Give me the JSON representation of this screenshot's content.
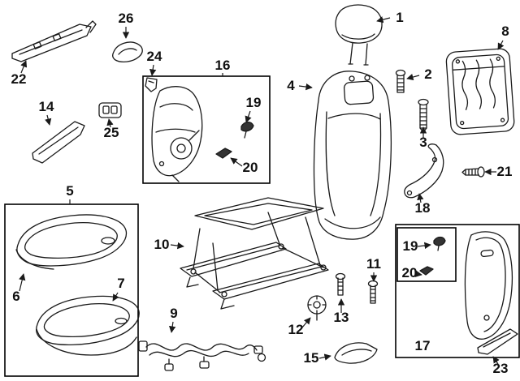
{
  "diagram": {
    "type": "exploded-parts-diagram",
    "colors": {
      "background": "#ffffff",
      "line": "#1a1a1a",
      "label": "#111111",
      "box_border": "#000000"
    },
    "callouts": {
      "n1": "1",
      "n2": "2",
      "n3": "3",
      "n4": "4",
      "n5": "5",
      "n6": "6",
      "n7": "7",
      "n8": "8",
      "n9": "9",
      "n10": "10",
      "n11": "11",
      "n12": "12",
      "n13": "13",
      "n14": "14",
      "n15": "15",
      "n16": "16",
      "n17": "17",
      "n18": "18",
      "n19": "19",
      "n20": "20",
      "n21": "21",
      "n22": "22",
      "n23": "23",
      "n24": "24",
      "n25": "25",
      "n26": "26"
    }
  }
}
